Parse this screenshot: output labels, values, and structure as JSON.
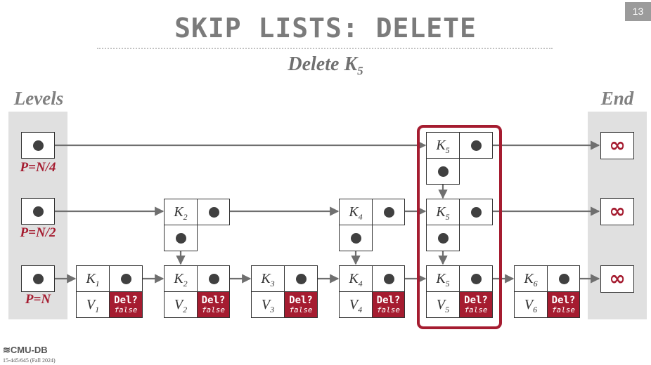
{
  "slide": {
    "title": "SKIP LISTS: DELETE",
    "subtitle_text": "Delete K",
    "subtitle_sub": "5",
    "page_number": "13"
  },
  "headers": {
    "levels": "Levels",
    "end": "End"
  },
  "levels": [
    {
      "label": "P=N/4"
    },
    {
      "label": "P=N/2"
    },
    {
      "label": "P=N"
    }
  ],
  "end_symbol": "∞",
  "nodes": [
    {
      "key": "K",
      "sub": "1",
      "value": "V",
      "vsub": "1"
    },
    {
      "key": "K",
      "sub": "2",
      "value": "V",
      "vsub": "2"
    },
    {
      "key": "K",
      "sub": "3",
      "value": "V",
      "vsub": "3"
    },
    {
      "key": "K",
      "sub": "4",
      "value": "V",
      "vsub": "4"
    },
    {
      "key": "K",
      "sub": "5",
      "value": "V",
      "vsub": "5"
    },
    {
      "key": "K",
      "sub": "6",
      "value": "V",
      "vsub": "6"
    }
  ],
  "upper_nodes": [
    {
      "key": "K",
      "sub": "2"
    },
    {
      "key": "K",
      "sub": "4"
    },
    {
      "key": "K",
      "sub": "5"
    },
    {
      "key": "K",
      "sub": "5"
    }
  ],
  "delete_flag": {
    "label": "Del?",
    "value": "false"
  },
  "colors": {
    "accent": "#a51c30",
    "title_gray": "#7b7b7b",
    "band_gray": "#e0e0e0"
  },
  "footer": {
    "logo": "CMU-DB",
    "course": "15-445/645 (Fall 2024)"
  }
}
